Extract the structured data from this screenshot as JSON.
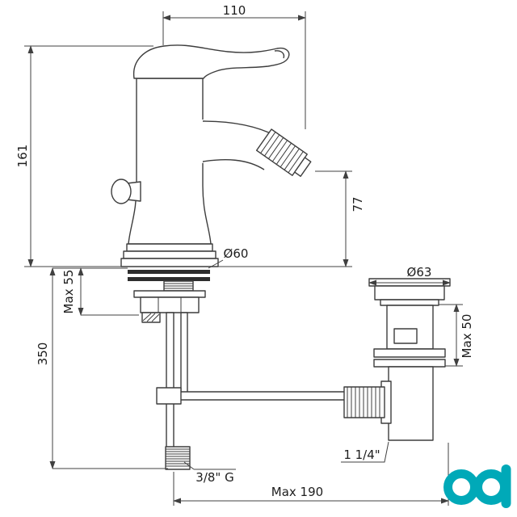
{
  "drawing": {
    "type": "technical-dimension-drawing",
    "subject": "bidet single-lever mixer with pop-up waste",
    "line_color": "#404040",
    "logo_color": "#00a9b8",
    "dimensions": {
      "spout_reach": "110",
      "body_height": "161",
      "spout_height": "77",
      "base_diameter": "Ø60",
      "max_deck_faucet": "Max 55",
      "hose_length": "350",
      "waste_flange_diameter": "Ø63",
      "max_deck_waste": "Max 50",
      "waste_connection": "1 1/4\"",
      "supply_thread": "3/8\" G",
      "max_spread": "Max 190"
    }
  }
}
